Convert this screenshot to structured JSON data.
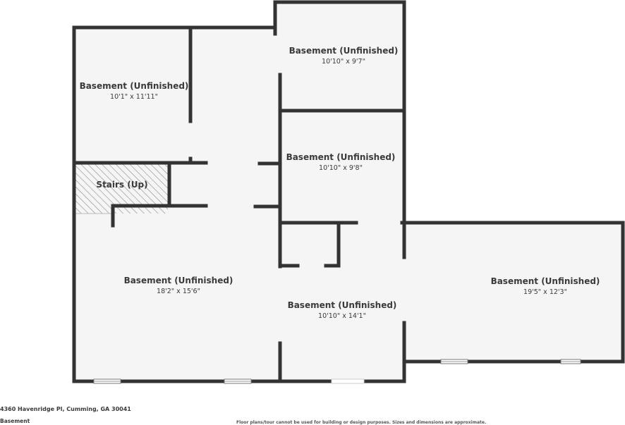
{
  "rooms": [
    {
      "name": "Basement (Unfinished)",
      "dims": "10'10\" x 9'7\""
    },
    {
      "name": "Basement (Unfinished)",
      "dims": "10'1\" x 11'11\""
    },
    {
      "name": "Basement (Unfinished)",
      "dims": "10'10\" x 9'8\""
    },
    {
      "name": "Stairs (Up)"
    },
    {
      "name": "Basement (Unfinished)",
      "dims": "18'2\" x 15'6\""
    },
    {
      "name": "Basement (Unfinished)",
      "dims": "19'5\" x 12'3\""
    },
    {
      "name": "Basement (Unfinished)",
      "dims": "10'10\" x 14'1\""
    }
  ],
  "footer": {
    "address": "4360 Havenridge Pl, Cumming, GA 30041",
    "level": "Basement",
    "disclaimer": "Floor plans/tour cannot be used for building or design purposes. Sizes and dimensions are approximate."
  },
  "colors": {
    "wall": "#333333",
    "floor": "#f5f5f5",
    "stairs_hatch": "#888888",
    "text": "#3a3a3a"
  }
}
